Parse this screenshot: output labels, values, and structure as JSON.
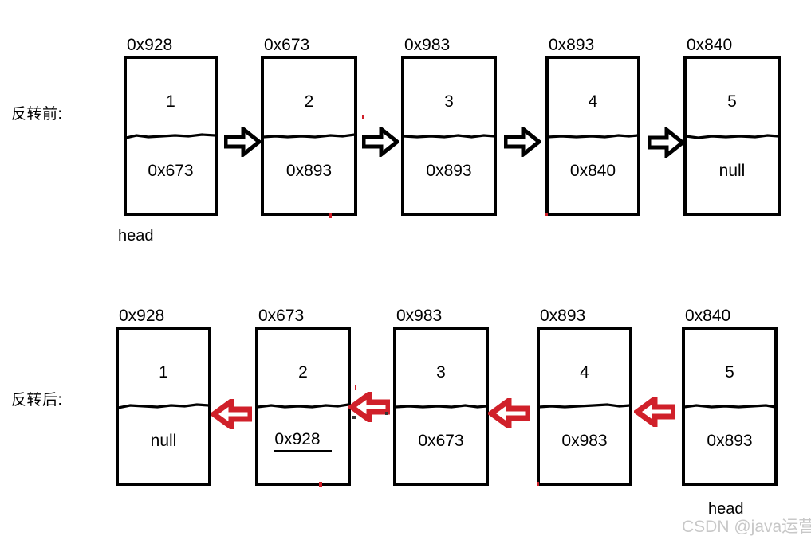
{
  "diagram": {
    "title_before": "反转前:",
    "title_after": "反转后:",
    "watermark": "CSDN @java运营",
    "head_label": "head",
    "colors": {
      "node_border": "#000000",
      "text": "#000000",
      "arrow_before": "#000000",
      "arrow_after": "#d0202a",
      "background": "#ffffff",
      "watermark": "#c8c8c8"
    }
  },
  "before": {
    "label": "反转前:",
    "arrow_direction": "right",
    "arrow_color": "#000000",
    "head_node_index": 0,
    "head_label": "head",
    "nodes": [
      {
        "address": "0x928",
        "value": "1",
        "next": "0x673",
        "next_underlined": false
      },
      {
        "address": "0x673",
        "value": "2",
        "next": "0x893",
        "next_underlined": false
      },
      {
        "address": "0x983",
        "value": "3",
        "next": "0x893",
        "next_underlined": false
      },
      {
        "address": "0x893",
        "value": "4",
        "next": "0x840",
        "next_underlined": false
      },
      {
        "address": "0x840",
        "value": "5",
        "next": "null",
        "next_underlined": false
      }
    ]
  },
  "after": {
    "label": "反转后:",
    "arrow_direction": "left",
    "arrow_color": "#d0202a",
    "head_node_index": 4,
    "head_label": "head",
    "nodes": [
      {
        "address": "0x928",
        "value": "1",
        "next": "null",
        "next_underlined": false
      },
      {
        "address": "0x673",
        "value": "2",
        "next": "0x928",
        "next_underlined": true
      },
      {
        "address": "0x983",
        "value": "3",
        "next": "0x673",
        "next_underlined": false
      },
      {
        "address": "0x893",
        "value": "4",
        "next": "0x983",
        "next_underlined": false
      },
      {
        "address": "0x840",
        "value": "5",
        "next": "0x893",
        "next_underlined": false
      }
    ]
  }
}
